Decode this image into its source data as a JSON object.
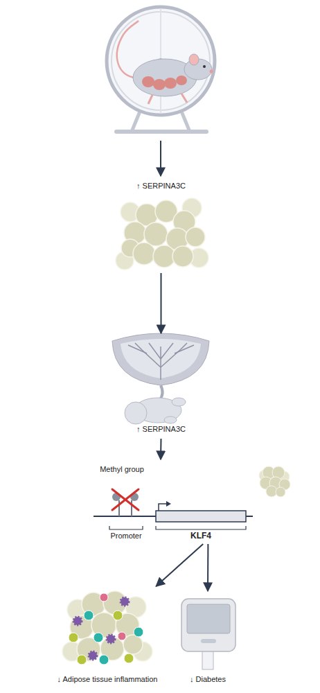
{
  "diagram": {
    "nodes": [
      {
        "text": [
          "↑ SERPINA3C"
        ]
      },
      {
        "text": [
          "↑ SERPINA3C"
        ]
      },
      {
        "text": [
          "Methyl group",
          "Promoter",
          "KLF4"
        ]
      },
      {
        "text": [
          "↓ Adipose tissue inflammation"
        ]
      },
      {
        "text": [
          "↓ Diabetes"
        ]
      }
    ],
    "edges": [
      {
        "from": 0,
        "to": 1,
        "arrow": "to"
      },
      {
        "from": 1,
        "to": 2,
        "arrow": "to"
      },
      {
        "from": 2,
        "to": 3,
        "arrow": "to"
      },
      {
        "from": 2,
        "to": 4,
        "arrow": "to"
      }
    ]
  }
}
